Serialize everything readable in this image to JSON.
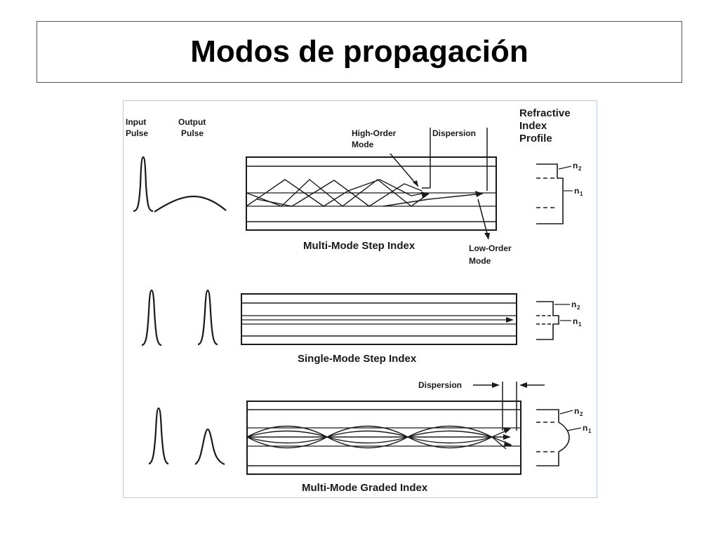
{
  "page": {
    "title": "Modos de propagación"
  },
  "figure": {
    "input_pulse": [
      "Input",
      "Pulse"
    ],
    "output_pulse": [
      "Output",
      "Pulse"
    ],
    "refractive_index_profile": [
      "Refractive",
      "Index",
      "Profile"
    ],
    "high_order_mode": [
      "High-Order",
      "Mode"
    ],
    "dispersion_top": "Dispersion",
    "low_order_mode": [
      "Low-Order",
      "Mode"
    ],
    "dispersion_bottom": "Dispersion",
    "captions": {
      "multi_step": "Multi-Mode Step Index",
      "single_step": "Single-Mode Step Index",
      "multi_graded": "Multi-Mode Graded Index"
    },
    "n_letter": "n",
    "n_sub_2": "2",
    "n_sub_1": "1"
  }
}
